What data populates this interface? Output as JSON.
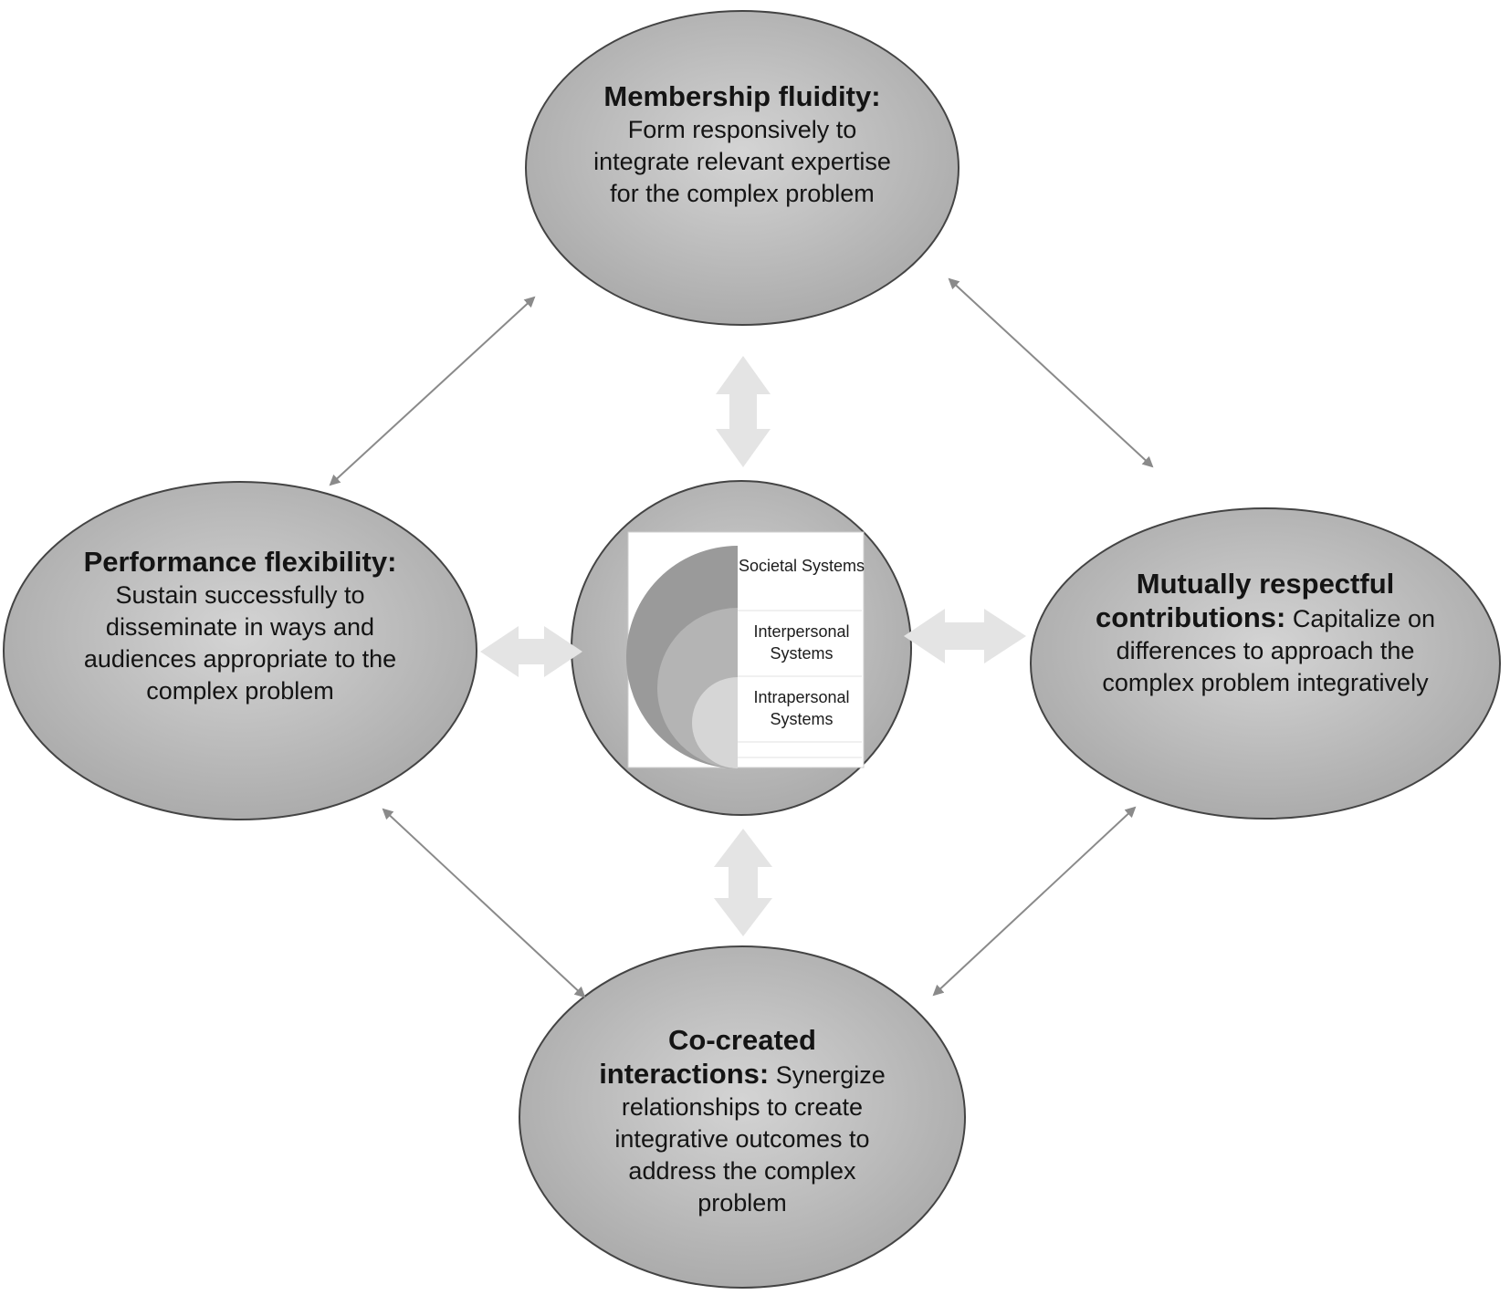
{
  "nodes": {
    "top": {
      "title": "Membership fluidity:",
      "body": "Form responsively to integrate relevant expertise for the complex problem"
    },
    "left": {
      "title": "Performance flexibility:",
      "body": "Sustain successfully to disseminate in ways and audiences appropriate to the complex problem"
    },
    "right": {
      "title": "Mutually respectful contributions:",
      "body": "Capitalize on differences to approach the complex problem integratively"
    },
    "bottom": {
      "title": "Co-created interactions:",
      "body": "Synergize relationships to create integrative outcomes to address the complex problem"
    }
  },
  "center": {
    "labels": [
      "Societal Systems",
      "Interpersonal Systems",
      "Intrapersonal Systems"
    ]
  },
  "colors": {
    "node_fill_light": "#d2d2d2",
    "node_fill_dark": "#a9a9a9",
    "node_stroke": "#444444",
    "thin_arrow": "#8a8a8a",
    "block_arrow": "#e4e4e4",
    "semicircle_outer": "#9a9a9a",
    "semicircle_middle": "#b4b4b4",
    "semicircle_inner": "#d6d6d6"
  }
}
